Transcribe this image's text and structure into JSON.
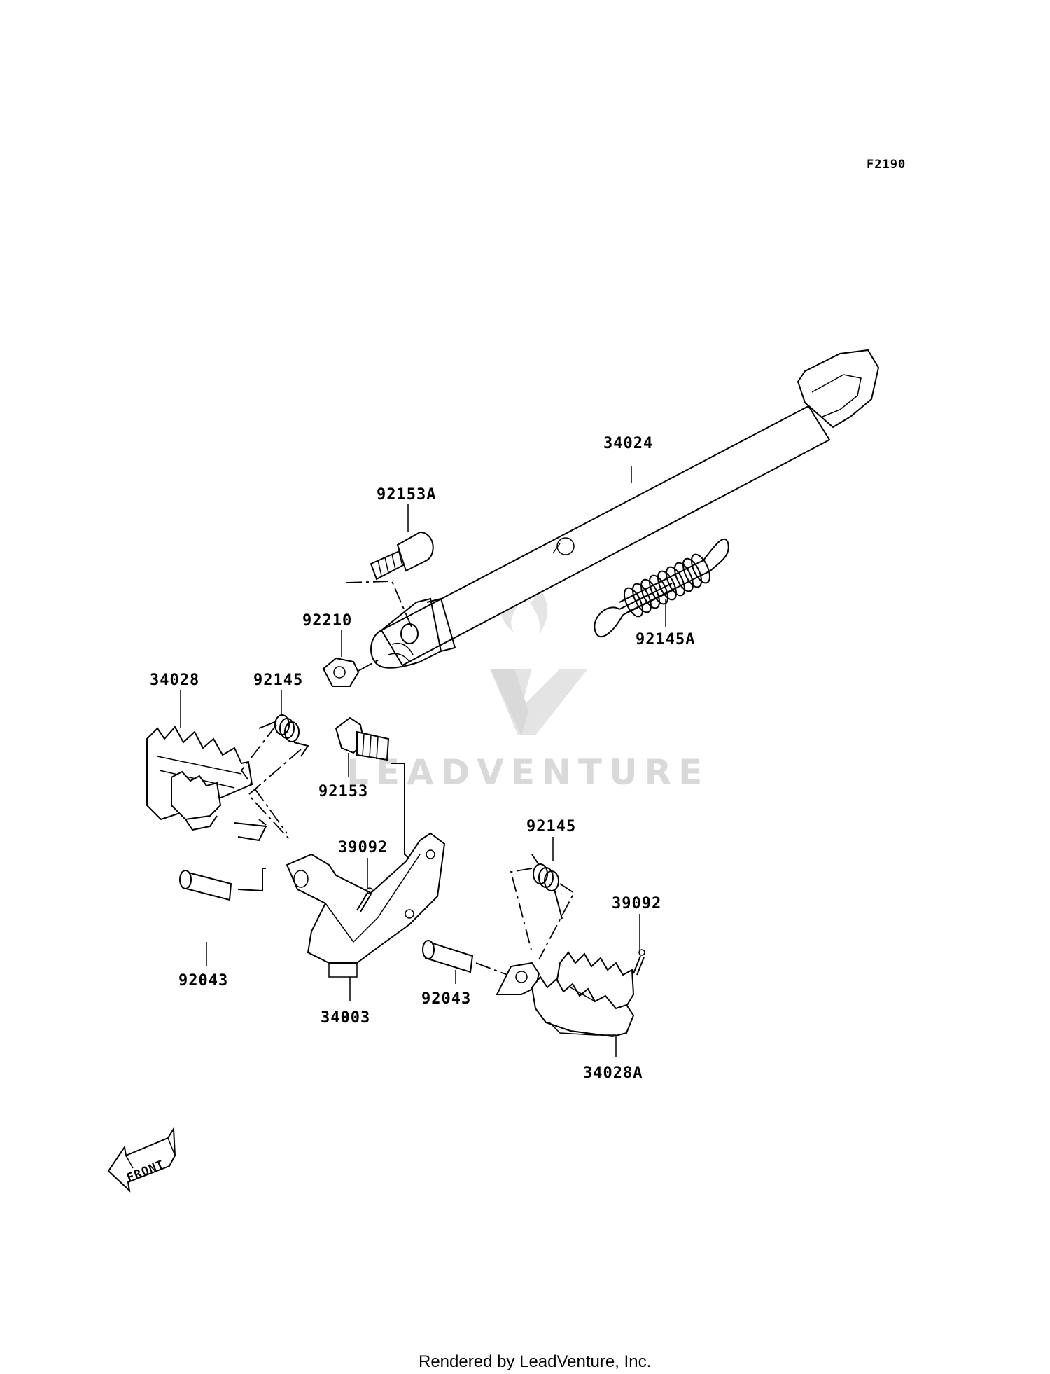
{
  "diagram": {
    "code": "F2190",
    "labels": {
      "p34024": "34024",
      "p92153A": "92153A",
      "p92210": "92210",
      "p92145A": "92145A",
      "p34028": "34028",
      "p92145_left": "92145",
      "p92153": "92153",
      "p39092_left": "39092",
      "p92145_right": "92145",
      "p39092_right": "39092",
      "p92043_left": "92043",
      "p34003": "34003",
      "p92043_right": "92043",
      "p34028A": "34028A"
    },
    "front_label": "FRONT",
    "watermark": "LEADVENTURE",
    "footer": "Rendered by LeadVenture, Inc."
  }
}
